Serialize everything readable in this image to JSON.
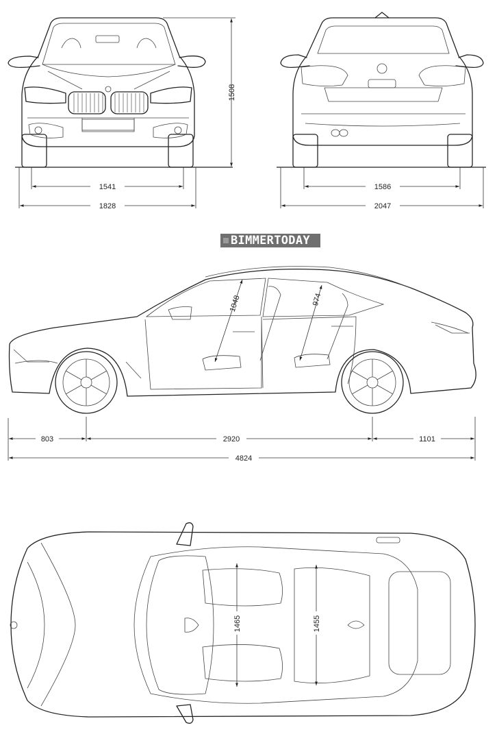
{
  "watermark": {
    "text": "BIMMERTODAY"
  },
  "front_view": {
    "height_label": "1508",
    "track_label": "1541",
    "width_label": "1828"
  },
  "rear_view": {
    "track_label": "1586",
    "width_mirrors_label": "2047"
  },
  "side_view": {
    "front_headroom_label": "1048",
    "rear_headroom_label": "974",
    "front_overhang_label": "803",
    "wheelbase_label": "2920",
    "rear_overhang_label": "1101",
    "length_label": "4824"
  },
  "top_view": {
    "front_shoulder_label": "1465",
    "rear_shoulder_label": "1455"
  },
  "colors": {
    "line": "#222222",
    "watermark_bg": "#6f6f6f"
  }
}
